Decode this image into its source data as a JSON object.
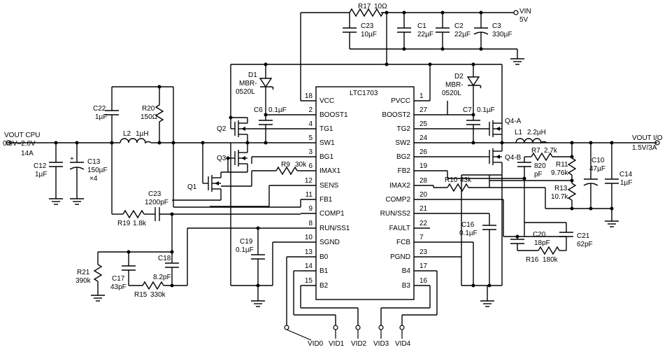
{
  "ic": {
    "name": "LTC1703",
    "left_pins": [
      {
        "num": "18",
        "label": "VCC"
      },
      {
        "num": "2",
        "label": "BOOST1"
      },
      {
        "num": "4",
        "label": "TG1"
      },
      {
        "num": "5",
        "label": "SW1"
      },
      {
        "num": "3",
        "label": "BG1"
      },
      {
        "num": "6",
        "label": "IMAX1"
      },
      {
        "num": "12",
        "label": "SENS"
      },
      {
        "num": "11",
        "label": "FB1"
      },
      {
        "num": "9",
        "label": "COMP1"
      },
      {
        "num": "8",
        "label": "RUN/SS1"
      },
      {
        "num": "10",
        "label": "SGND"
      },
      {
        "num": "13",
        "label": "B0"
      },
      {
        "num": "14",
        "label": "B1"
      },
      {
        "num": "15",
        "label": "B2"
      }
    ],
    "right_pins": [
      {
        "num": "1",
        "label": "PVCC"
      },
      {
        "num": "27",
        "label": "BOOST2"
      },
      {
        "num": "25",
        "label": "TG2"
      },
      {
        "num": "24",
        "label": "SW2"
      },
      {
        "num": "26",
        "label": "BG2"
      },
      {
        "num": "19",
        "label": "FB2"
      },
      {
        "num": "28",
        "label": "IMAX2"
      },
      {
        "num": "20",
        "label": "COMP2"
      },
      {
        "num": "21",
        "label": "RUN/SS2"
      },
      {
        "num": "22",
        "label": "FAULT"
      },
      {
        "num": "7",
        "label": "FCB"
      },
      {
        "num": "23",
        "label": "PGND"
      },
      {
        "num": "17",
        "label": "B4"
      },
      {
        "num": "16",
        "label": "B3"
      }
    ]
  },
  "components": {
    "r17": {
      "ref": "R17",
      "value": "10Ω"
    },
    "vin": {
      "label": "VIN",
      "value": "5V"
    },
    "c23_top": {
      "ref": "C23",
      "value": "10µF"
    },
    "c1": {
      "ref": "C1",
      "value": "22µF"
    },
    "c2": {
      "ref": "C2",
      "value": "22µF"
    },
    "c3": {
      "ref": "C3",
      "value": "330µF"
    },
    "d1": {
      "ref": "D1",
      "part1": "MBR-",
      "part2": "0520L"
    },
    "d2": {
      "ref": "D2",
      "part1": "MBR-",
      "part2": "0520L"
    },
    "c6": {
      "ref": "C6",
      "value": "0.1µF"
    },
    "c7": {
      "ref": "C7",
      "value": "0.1µF"
    },
    "q1": {
      "ref": "Q1"
    },
    "q2": {
      "ref": "Q2"
    },
    "q3": {
      "ref": "Q3"
    },
    "q4a": {
      "ref": "Q4-A"
    },
    "q4b": {
      "ref": "Q4-B"
    },
    "c22": {
      "ref": "C22",
      "value": "1µF"
    },
    "r20": {
      "ref": "R20",
      "value": "150Ω"
    },
    "l2": {
      "ref": "L2",
      "value": "1µH"
    },
    "l1": {
      "ref": "L1",
      "value": "2.2µH"
    },
    "vout_cpu": {
      "label": "VOUT CPU",
      "range": "0.9V–2.0V",
      "current": "14A"
    },
    "vout_io": {
      "label": "VOUT I/O",
      "value": "1.5V/3A"
    },
    "c12": {
      "ref": "C12",
      "value": "1µF"
    },
    "c13": {
      "ref": "C13",
      "value": "150µF",
      "mult": "×4"
    },
    "r9": {
      "ref": "R9",
      "value": "30k"
    },
    "c23": {
      "ref": "C23",
      "value": "1200pF"
    },
    "r19": {
      "ref": "R19",
      "value": "1.8k"
    },
    "c19": {
      "ref": "C19",
      "value": "0.1µF"
    },
    "r21": {
      "ref": "R21",
      "value": "390k"
    },
    "c17": {
      "ref": "C17",
      "value": "43pF"
    },
    "c18": {
      "ref": "C18",
      "value": "8.2pF"
    },
    "r15": {
      "ref": "R15",
      "value": "330k"
    },
    "r10": {
      "ref": "R10",
      "value": "43k"
    },
    "r7": {
      "ref": "R7",
      "value": "2.7k"
    },
    "c820": {
      "value1": "820",
      "value2": "pF"
    },
    "r11": {
      "ref": "R11",
      "value": "9.76k"
    },
    "r13": {
      "ref": "R13",
      "value": "10.7k"
    },
    "c10": {
      "ref": "C10",
      "value": "47µF"
    },
    "c14": {
      "ref": "C14",
      "value": "1µF"
    },
    "c16": {
      "ref": "C16",
      "value": "0.1µF"
    },
    "c20": {
      "ref": "C20",
      "value": "18pF"
    },
    "c21": {
      "ref": "C21",
      "value": "62pF"
    },
    "r16": {
      "ref": "R16",
      "value": "180k"
    }
  },
  "vid_labels": [
    "VID0",
    "VID1",
    "VID2",
    "VID3",
    "VID4"
  ]
}
